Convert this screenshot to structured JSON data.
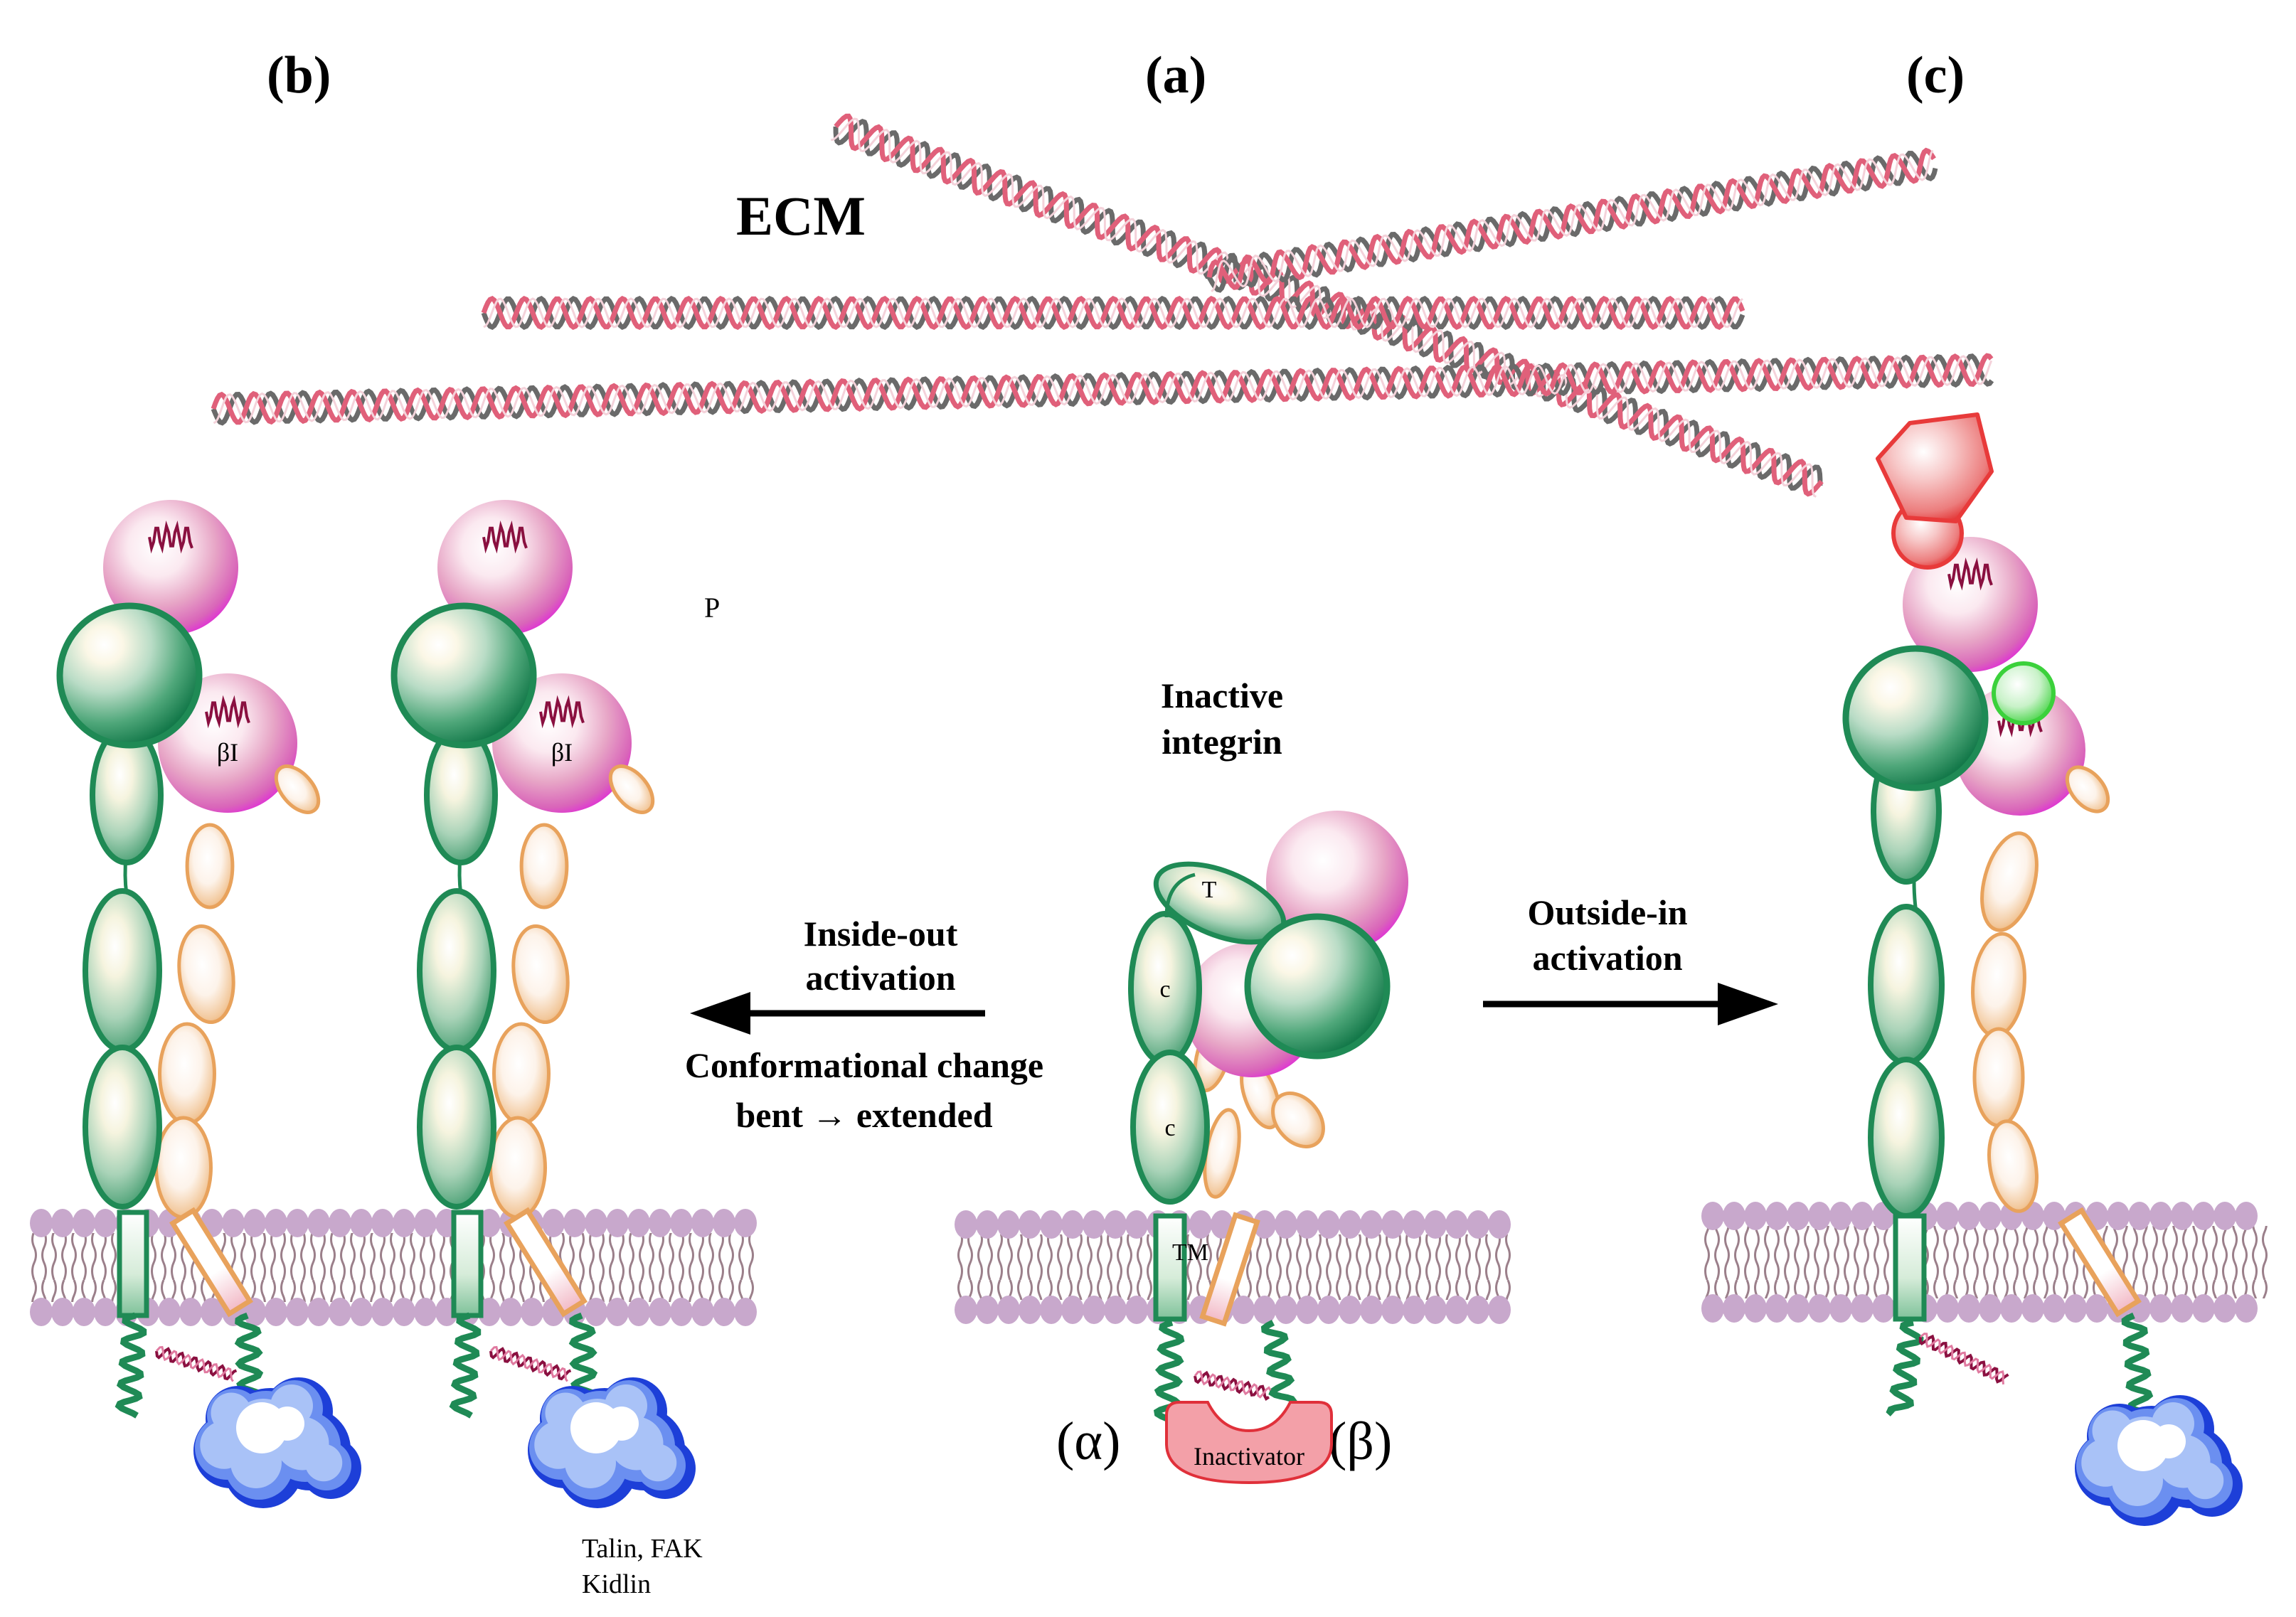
{
  "panels": {
    "b": "(b)",
    "a": "(a)",
    "c": "(c)"
  },
  "ecm": "ECM",
  "stray_p": "P",
  "inactive": {
    "line1": "Inactive",
    "line2": "integrin"
  },
  "inside_out": {
    "line1": "Inside-out",
    "line2": "activation"
  },
  "conformational": {
    "line1": "Conformational change",
    "line2": "bent → extended"
  },
  "outside_in": {
    "line1": "Outside-in",
    "line2": "activation"
  },
  "domains": {
    "betaI": "βI",
    "thigh": "T",
    "calf": "c",
    "tm": "TM"
  },
  "subunits": {
    "alpha": "(α)",
    "beta": "(β)"
  },
  "inactivator": "Inactivator",
  "adaptors": {
    "line1": "Talin, FAK",
    "line2": "Kidlin"
  },
  "colors": {
    "alpha_green": "#1f8a55",
    "beta_magenta": "#e21ee0",
    "beta_leg_orange": "#e8a25c",
    "membrane_head": "#c8a8cc",
    "adaptor_blue": "#1d3fd8",
    "ligand_red": "#e83a3a",
    "activator_green": "#3bd13b",
    "helix_wine": "#8a1040"
  }
}
